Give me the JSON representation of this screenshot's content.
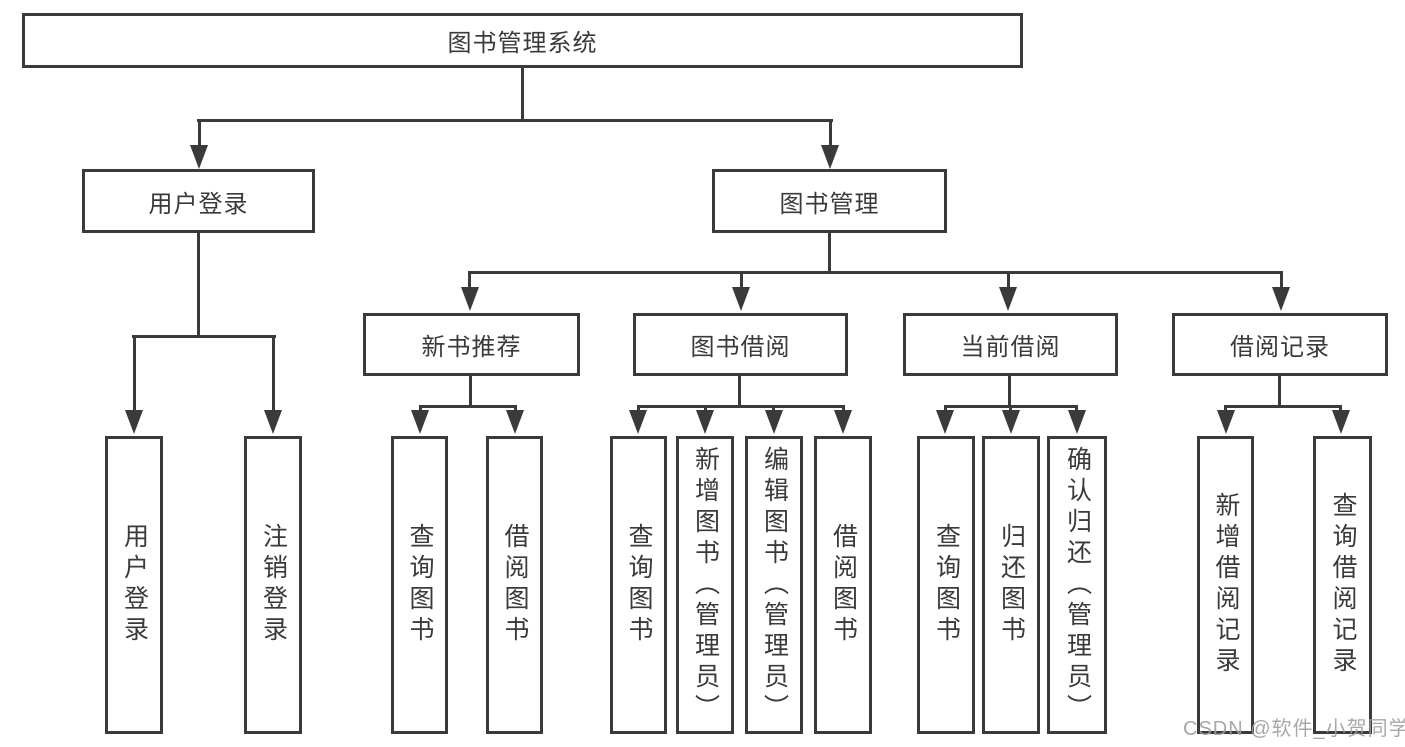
{
  "nodes": {
    "root": "图书管理系统",
    "l2_user": "用户登录",
    "l2_book": "图书管理",
    "l3_new": "新书推荐",
    "l3_borrow": "图书借阅",
    "l3_current": "当前借阅",
    "l3_records": "借阅记录",
    "leaf_user_login": "用户登录",
    "leaf_user_logout": "注销登录",
    "leaf_new_query": "查询图书",
    "leaf_new_borrow": "借阅图书",
    "leaf_borrow_query": "查询图书",
    "leaf_borrow_add": "新增图书（管理员）",
    "leaf_borrow_edit": "编辑图书（管理员）",
    "leaf_borrow_borrow": "借阅图书",
    "leaf_current_query": "查询图书",
    "leaf_current_return": "归还图书",
    "leaf_current_confirm": "确认归还（管理员）",
    "leaf_records_add": "新增借阅记录",
    "leaf_records_query": "查询借阅记录"
  },
  "watermark": "CSDN @软件_小贺同学",
  "colors": {
    "line": "#3a3a3a",
    "text": "#3a3a3a",
    "watermark": "#9f9f9f"
  }
}
